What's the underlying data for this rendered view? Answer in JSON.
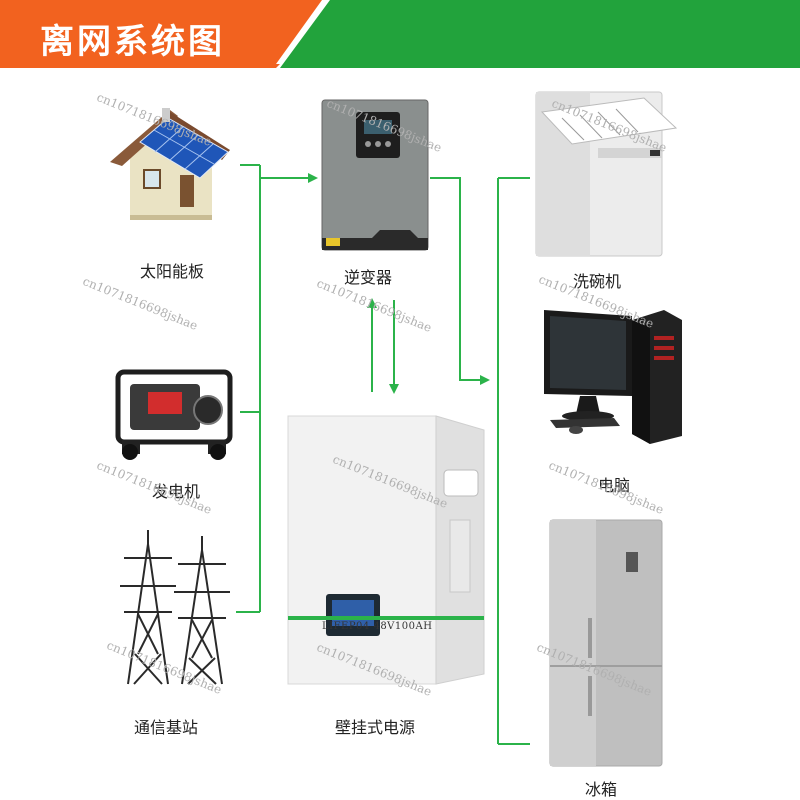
{
  "header": {
    "title": "离网系统图",
    "colors": {
      "orange": "#f2621f",
      "green": "#22a33c"
    }
  },
  "nodes": {
    "solar": "太阳能板",
    "generator": "发电机",
    "tower": "通信基站",
    "inverter": "逆变器",
    "battery": "壁挂式电源",
    "battery_model": "LIFEP04 48V100AH",
    "dishwasher": "洗碗机",
    "computer": "电脑",
    "fridge": "冰箱"
  },
  "colors": {
    "line": "#2bb34a"
  },
  "watermark": "cn1071816698jshae"
}
